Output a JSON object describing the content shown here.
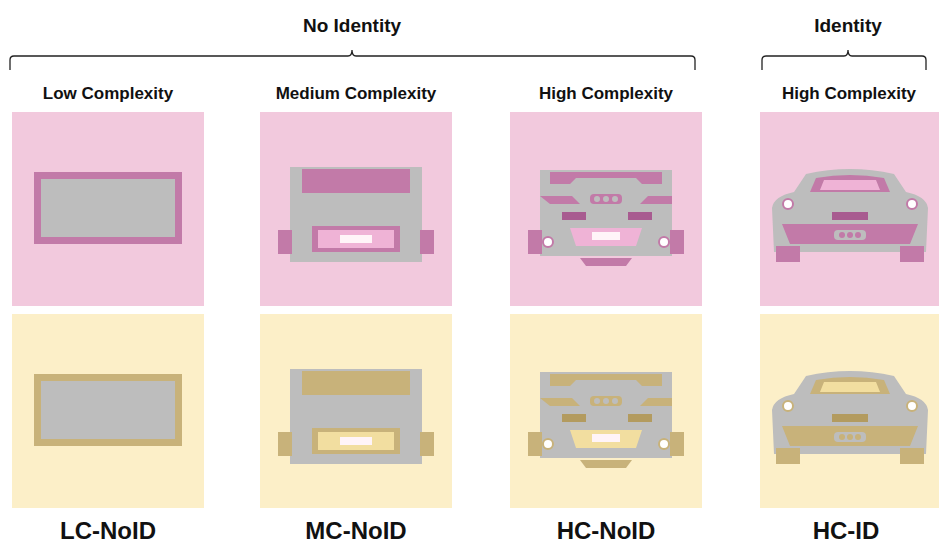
{
  "diagram": {
    "labels": [
      "No Identity",
      "Identity",
      "Low Complexity",
      "Medium Complexity",
      "High Complexity",
      "High Complexity",
      "LC-NoID",
      "MC-NoID",
      "HC-NoID",
      "HC-ID"
    ]
  }
}
